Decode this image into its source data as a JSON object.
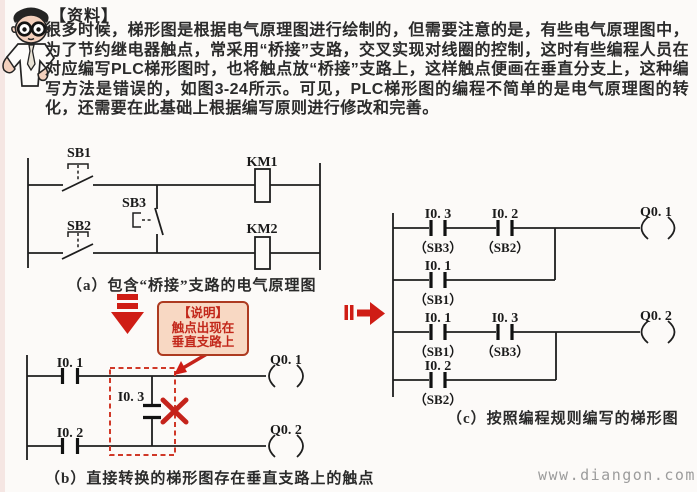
{
  "header": {
    "title": "【资料】",
    "paragraph": "很多时候，梯形图是根据电气原理图进行绘制的，但需要注意的是，有些电气原理图中，为了节约继电器触点，常采用“桥接”支路，交叉实现对线圈的控制，这时有些编程人员在对应编写PLC梯形图时，也将触点放“桥接”支路上，这样触点便画在垂直分支上，这种编写方法是错误的，如图3-24所示。可见，PLC梯形图的编程不简单的是电气原理图的转化，还需要在此基础上根据编写原则进行修改和完善。"
  },
  "diagram_a": {
    "caption": "（a）包含“桥接”支路的电气原理图",
    "labels": {
      "sb1": "SB1",
      "sb2": "SB2",
      "sb3": "SB3",
      "km1": "KM1",
      "km2": "KM2"
    }
  },
  "diagram_b": {
    "caption": "（b）直接转换的梯形图存在垂直支路上的触点",
    "labels": {
      "i01": "I0. 1",
      "i02": "I0. 2",
      "i03": "I0. 3",
      "q01": "Q0. 1",
      "q02": "Q0. 2"
    }
  },
  "callout": {
    "title": "【说明】",
    "line1": "触点出现在",
    "line2": "垂直支路上"
  },
  "diagram_c": {
    "caption": "（c）按照编程规则编写的梯形图",
    "rung1": {
      "c1": "I0. 3",
      "c1sub": "（SB3）",
      "c2": "I0. 2",
      "c2sub": "（SB2）",
      "out": "Q0. 1"
    },
    "branch1": {
      "c1": "I0. 1",
      "c1sub": "（SB1）"
    },
    "rung2": {
      "c1": "I0. 1",
      "c1sub": "（SB1）",
      "c2": "I0. 3",
      "c2sub": "（SB3）",
      "out": "Q0. 2"
    },
    "branch2": {
      "c1": "I0. 2",
      "c1sub": "（SB2）"
    }
  },
  "watermark": "www.diangon.com",
  "colors": {
    "accent_red": "#cf1d15",
    "callout_bg": "#f8d8c3",
    "callout_border": "#ad3a20",
    "callout_text": "#c2271a",
    "wire": "#1e1e1e",
    "watermark_gray": "#9c9c9c",
    "page_bg": "#fcfaf8"
  }
}
